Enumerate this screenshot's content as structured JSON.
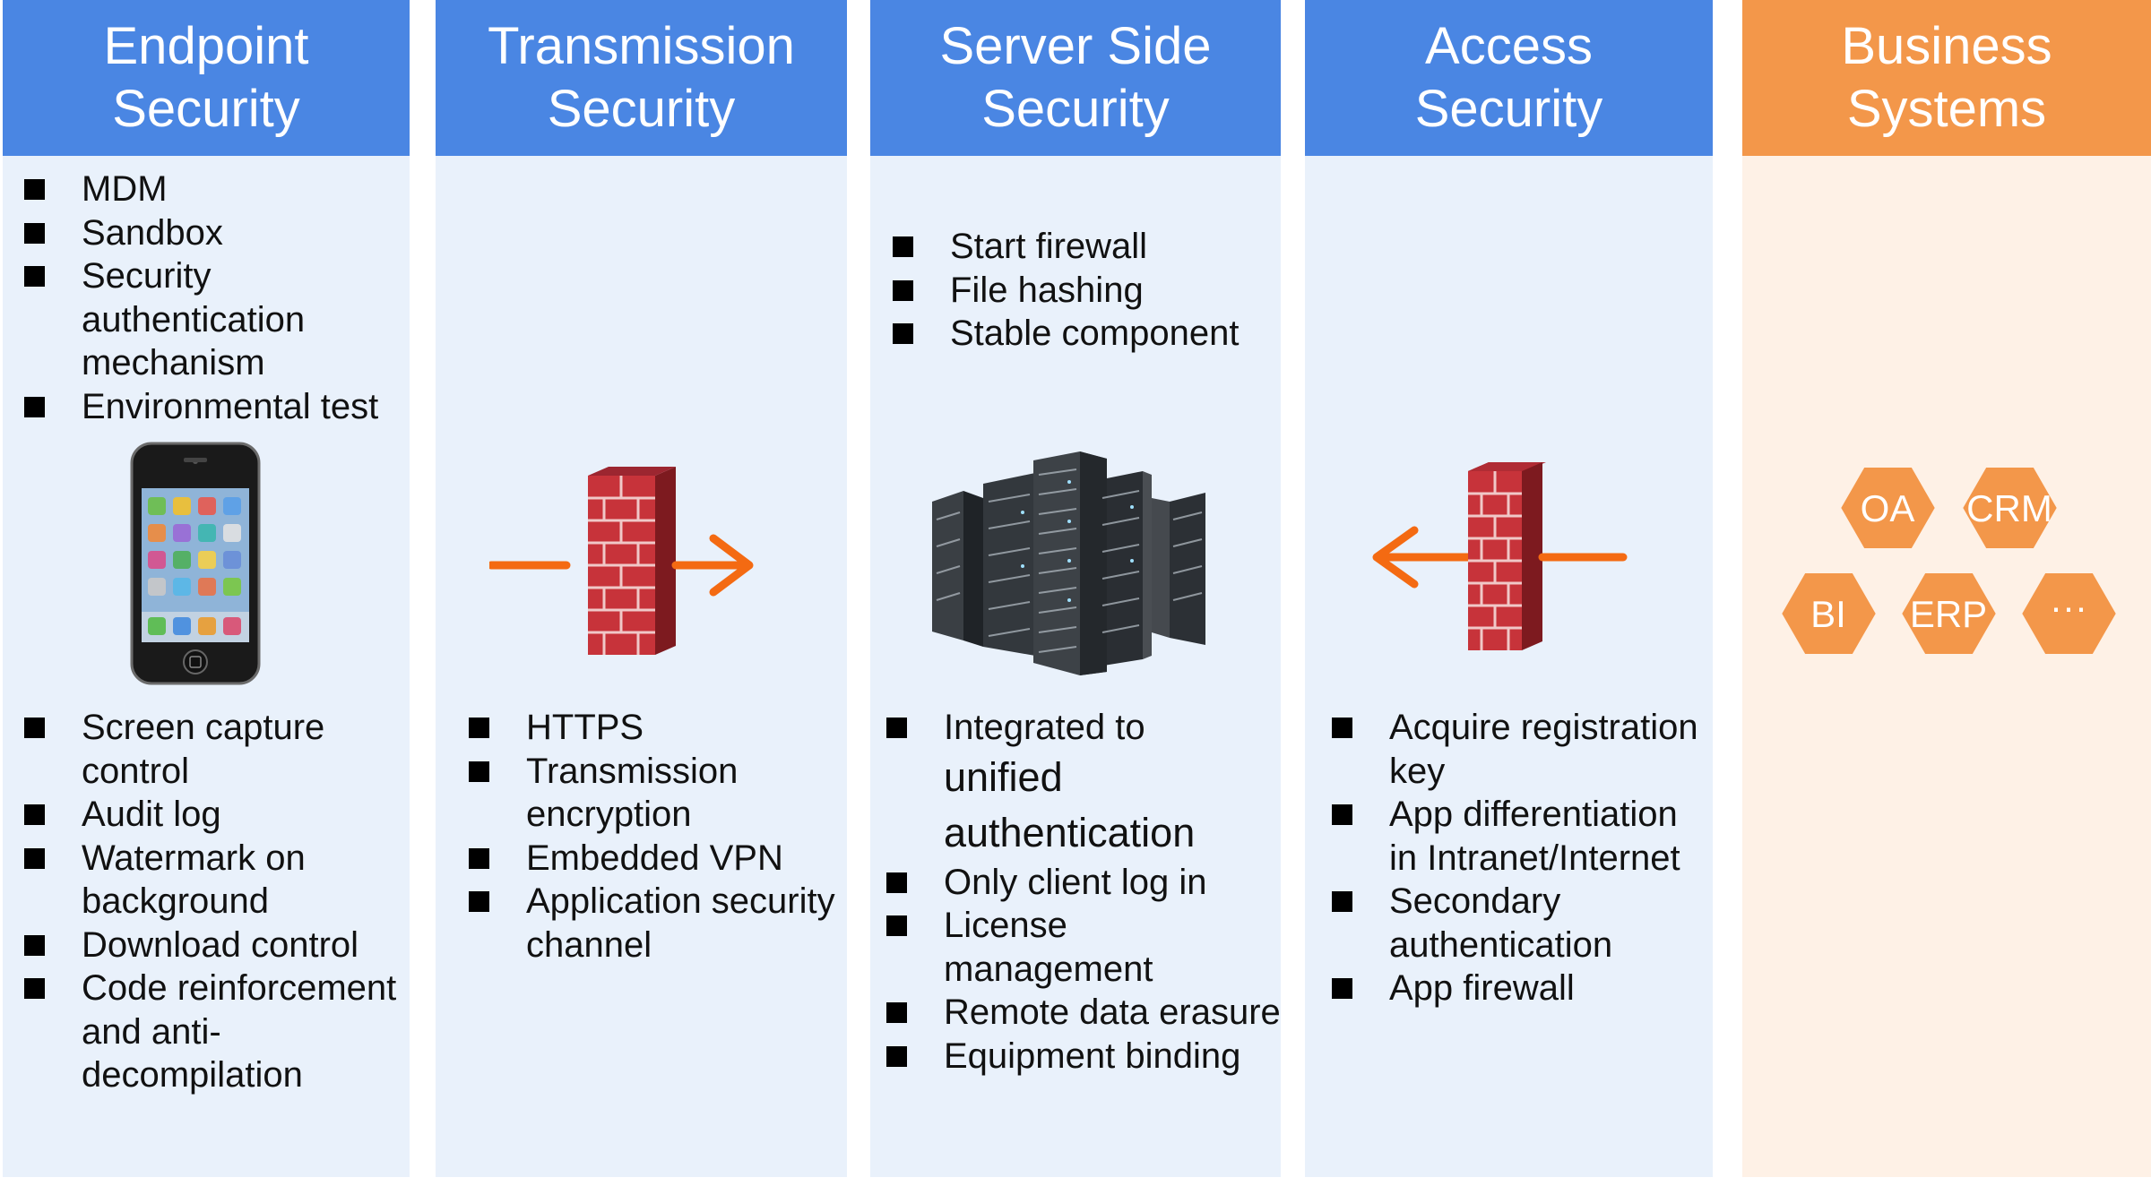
{
  "columns": [
    {
      "title_lines": [
        "Endpoint",
        "Security"
      ],
      "top_items": [
        {
          "label": "MDM"
        },
        {
          "label": "Sandbox"
        },
        {
          "label": "Security authentication mechanism"
        },
        {
          "label": "Environmental test"
        }
      ],
      "bottom_items": [
        {
          "label": "Screen capture control"
        },
        {
          "label": "Audit log"
        },
        {
          "label": "Watermark on background"
        },
        {
          "label": "Download control"
        },
        {
          "label": "Code reinforcement and anti-decompilation"
        }
      ],
      "image": "smartphone-icon"
    },
    {
      "title_lines": [
        "Transmission",
        "Security"
      ],
      "top_items": [],
      "bottom_items": [
        {
          "label": "HTTPS"
        },
        {
          "label": "Transmission encryption"
        },
        {
          "label": "Embedded VPN"
        },
        {
          "label": "Application security channel"
        }
      ],
      "image": "firewall-right-arrow-icon"
    },
    {
      "title_lines": [
        "Server Side",
        "Security"
      ],
      "top_items": [
        {
          "label": "Start firewall"
        },
        {
          "label": "File hashing"
        },
        {
          "label": "Stable component"
        }
      ],
      "bottom_items": [
        {
          "label": "Integrated to",
          "emph": [
            "unified",
            "authentication"
          ]
        },
        {
          "label": "Only client log in"
        },
        {
          "label": "License management"
        },
        {
          "label": "Remote data erasure"
        },
        {
          "label": "Equipment binding"
        }
      ],
      "image": "server-rack-icon"
    },
    {
      "title_lines": [
        "Access",
        "Security"
      ],
      "top_items": [],
      "bottom_items": [
        {
          "label": "Acquire registration key"
        },
        {
          "label": "App differentiation in Intranet/Internet"
        },
        {
          "label": "Secondary authentication"
        },
        {
          "label": "App firewall"
        }
      ],
      "image": "firewall-left-arrow-icon"
    },
    {
      "title_lines": [
        "Business",
        "Systems"
      ],
      "hexagons": [
        "OA",
        "CRM",
        "BI",
        "ERP",
        "···"
      ],
      "image": "hexagon-cluster-icon"
    }
  ],
  "colors": {
    "blue_header": "#4a86e3",
    "blue_body": "#e9f1fb",
    "orange_header": "#f3974a",
    "orange_body": "#fef1e6",
    "arrow": "#f46a12",
    "brick": "#c7333a"
  }
}
